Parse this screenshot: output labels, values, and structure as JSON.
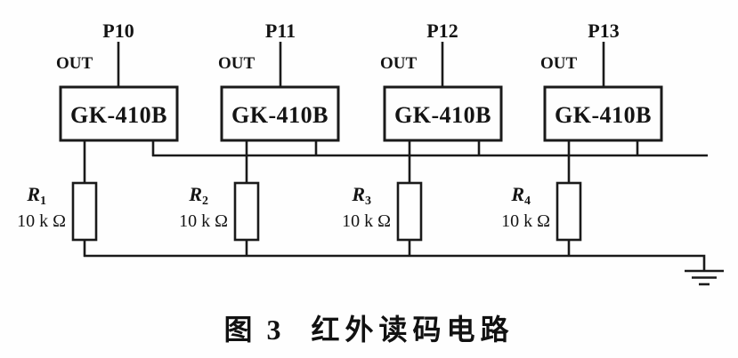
{
  "figure": {
    "caption_label": "图 3",
    "caption_title": "红外读码电路"
  },
  "channels": [
    {
      "pin_label": "P10",
      "out_label": "OUT",
      "chip_label": "GK-410B",
      "resistor_name": "R",
      "resistor_index": "1",
      "resistor_value": "10 k Ω"
    },
    {
      "pin_label": "P11",
      "out_label": "OUT",
      "chip_label": "GK-410B",
      "resistor_name": "R",
      "resistor_index": "2",
      "resistor_value": "10 k Ω"
    },
    {
      "pin_label": "P12",
      "out_label": "OUT",
      "chip_label": "GK-410B",
      "resistor_name": "R",
      "resistor_index": "3",
      "resistor_value": "10 k Ω"
    },
    {
      "pin_label": "P13",
      "out_label": "OUT",
      "chip_label": "GK-410B",
      "resistor_name": "R",
      "resistor_index": "4",
      "resistor_value": "10 k Ω"
    }
  ],
  "colors": {
    "ink": "#1a1a1a",
    "background": "#fefefe"
  }
}
